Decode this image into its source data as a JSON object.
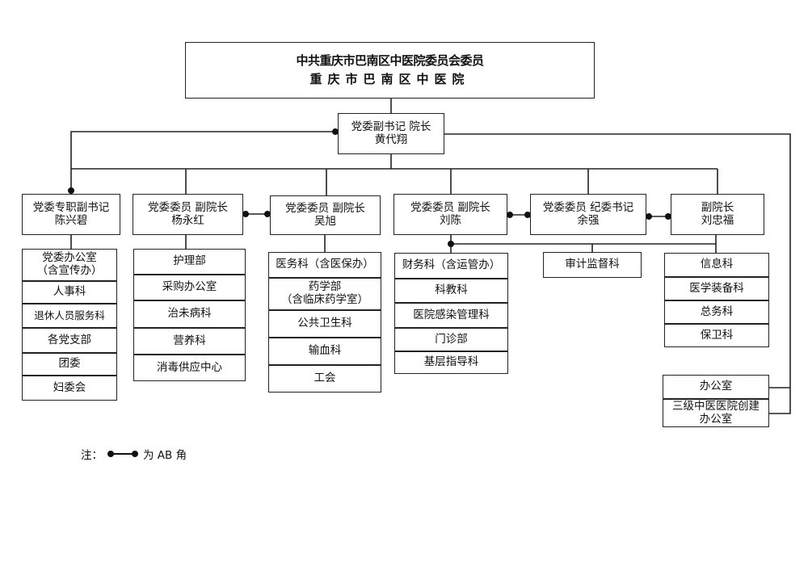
{
  "top": {
    "line1": "中共重庆市巴南区中医院委员会委员",
    "line2": "重庆市巴南区中医院"
  },
  "head": {
    "title": "党委副书记  院长",
    "name": "黄代翔"
  },
  "leaders": [
    {
      "title": "党委专职副书记",
      "name": "陈兴碧"
    },
    {
      "title": "党委委员  副院长",
      "name": "杨永红"
    },
    {
      "title": "党委委员  副院长",
      "name": "吴旭"
    },
    {
      "title": "党委委员  副院长",
      "name": "刘陈"
    },
    {
      "title": "党委委员  纪委书记",
      "name": "余强"
    },
    {
      "title": "副院长",
      "name": "刘忠福"
    }
  ],
  "departments": {
    "col1": [
      "党委办公室",
      "（含宣传办）",
      "人事科",
      "退休人员服务科",
      "各党支部",
      "团委",
      "妇委会"
    ],
    "col2": [
      "护理部",
      "采购办公室",
      "治未病科",
      "营养科",
      "消毒供应中心"
    ],
    "col3": [
      "医务科（含医保办）",
      "药学部",
      "（含临床药学室）",
      "公共卫生科",
      "输血科",
      "工会"
    ],
    "col4": [
      "财务科（含运管办）",
      "科教科",
      "医院感染管理科",
      "门诊部",
      "基层指导科"
    ],
    "col5": [
      "审计监督科"
    ],
    "col6": [
      "信息科",
      "医学装备科",
      "总务科",
      "保卫科"
    ],
    "side": [
      "办公室",
      "三级中医医院创建",
      "办公室"
    ]
  },
  "legend": {
    "prefix": "注：",
    "label": "为 AB 角"
  }
}
